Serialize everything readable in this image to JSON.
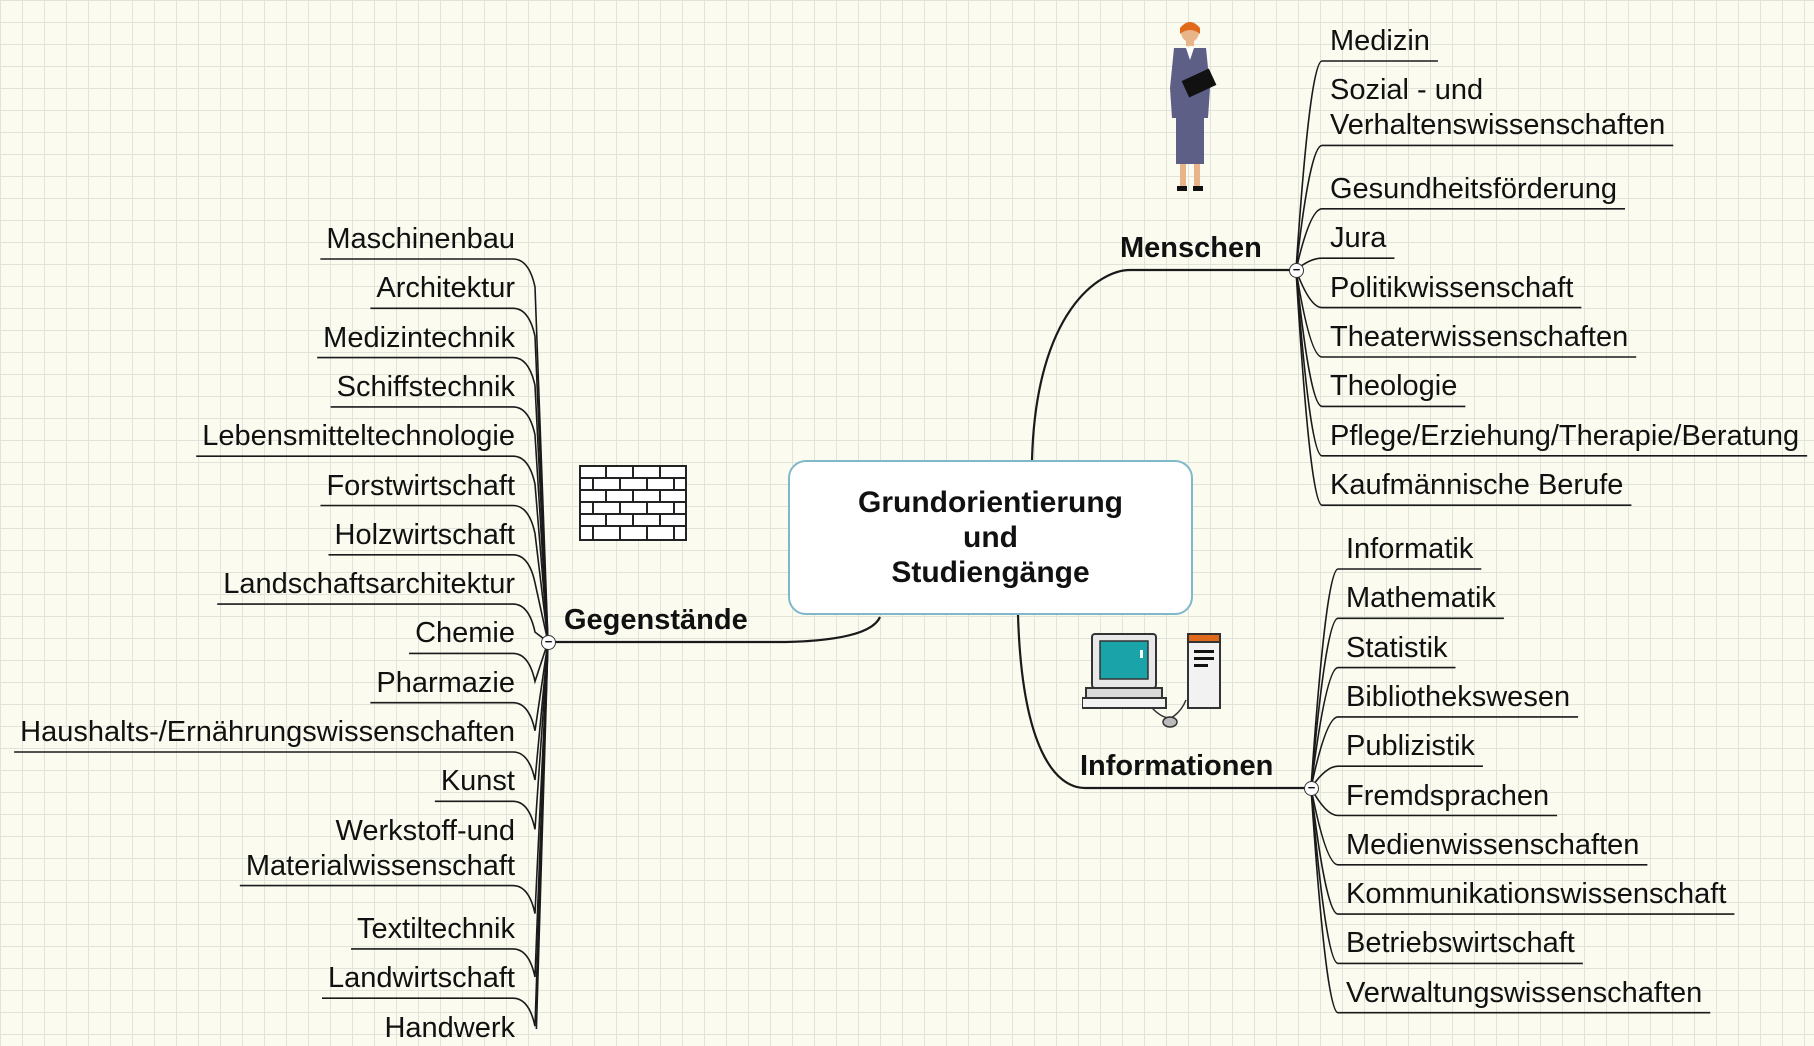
{
  "center": {
    "label": "Grundorientierung\nund\nStudiengänge"
  },
  "icons": {
    "collapse": "−",
    "menschen": "businesswoman-icon",
    "gegenstaende": "brick-wall-icon",
    "informationen": "computer-icon"
  },
  "colors": {
    "center_border": "#7fb9c9",
    "connector": "#1a1a1a",
    "grid": "#e1e4d8",
    "background": "#fbfbf0"
  },
  "branches": [
    {
      "id": "gegenstaende",
      "label": "Gegenstände",
      "side": "left",
      "leaves": [
        "Maschinenbau",
        "Architektur",
        "Medizintechnik",
        "Schiffstechnik",
        "Lebensmitteltechnologie",
        "Forstwirtschaft",
        "Holzwirtschaft",
        "Landschaftsarchitektur",
        "Chemie",
        "Pharmazie",
        "Haushalts-/Ernährungswissenschaften",
        "Kunst",
        "Werkstoff-und\nMaterialwissenschaft",
        "Textiltechnik",
        "Landwirtschaft",
        "Handwerk"
      ]
    },
    {
      "id": "menschen",
      "label": "Menschen",
      "side": "right",
      "leaves": [
        "Medizin",
        "Sozial - und\nVerhaltenswissenschaften",
        "Gesundheitsförderung",
        "Jura",
        "Politikwissenschaft",
        "Theaterwissenschaften",
        "Theologie",
        "Pflege/Erziehung/Therapie/Beratung",
        "Kaufmännische Berufe"
      ]
    },
    {
      "id": "informationen",
      "label": "Informationen",
      "side": "right",
      "leaves": [
        "Informatik",
        "Mathematik",
        "Statistik",
        "Bibliothekswesen",
        "Publizistik",
        "Fremdsprachen",
        "Medienwissenschaften",
        "Kommunikationswissenschaft",
        "Betriebswirtschaft",
        "Verwaltungswissenschaften"
      ]
    }
  ]
}
